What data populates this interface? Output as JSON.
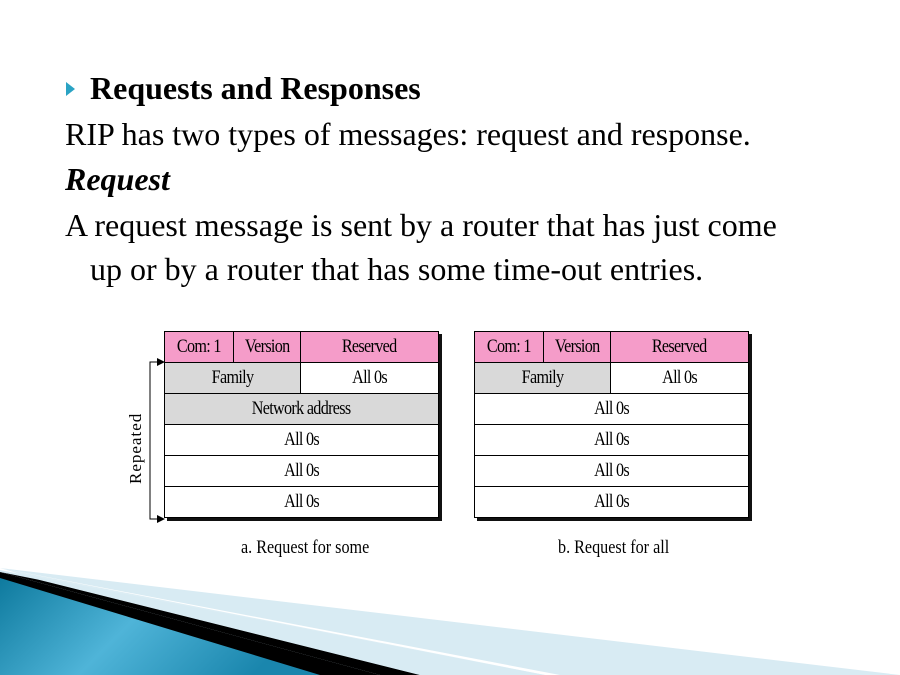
{
  "slide": {
    "heading": "Requests and Responses",
    "line1": "RIP has two types of messages: request and response.",
    "subheading": "Request",
    "para_line1": "A request message is sent by a router that has just come",
    "para_line2": "up or by a router that has some time-out entries."
  },
  "diagram_a": {
    "header": [
      "Com: 1",
      "Version",
      "Reserved"
    ],
    "row2": [
      "Family",
      "All 0s"
    ],
    "rows": [
      "Network address",
      "All 0s",
      "All 0s",
      "All 0s"
    ],
    "side_label": "Repeated",
    "caption": "a. Request for some"
  },
  "diagram_b": {
    "header": [
      "Com: 1",
      "Version",
      "Reserved"
    ],
    "row2": [
      "Family",
      "All 0s"
    ],
    "rows": [
      "All 0s",
      "All 0s",
      "All 0s",
      "All 0s"
    ],
    "caption": "b. Request for all"
  },
  "colors": {
    "header_fill": "#f59cc9",
    "gray_fill": "#d9d9d9",
    "bullet": "#2aa3c4",
    "accent_blue": "#1e8fb5"
  }
}
